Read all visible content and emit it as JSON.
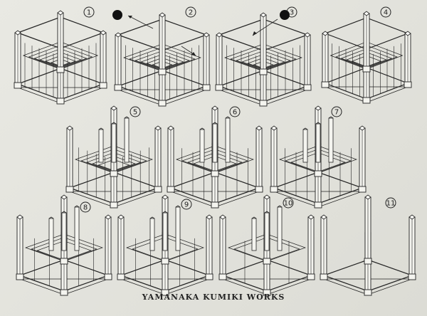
{
  "steps": [
    {
      "label": "1"
    },
    {
      "label": "2"
    },
    {
      "label": "3"
    },
    {
      "label": "4"
    },
    {
      "label": "5"
    },
    {
      "label": "6"
    },
    {
      "label": "7"
    },
    {
      "label": "8"
    },
    {
      "label": "9"
    },
    {
      "label": "10"
    },
    {
      "label": "11"
    }
  ],
  "footer": {
    "text": "YAMANAKA KUMIKI WORKS"
  },
  "colors": {
    "paper": "#e4e4de",
    "ink": "#222222",
    "marker": "#111111"
  }
}
